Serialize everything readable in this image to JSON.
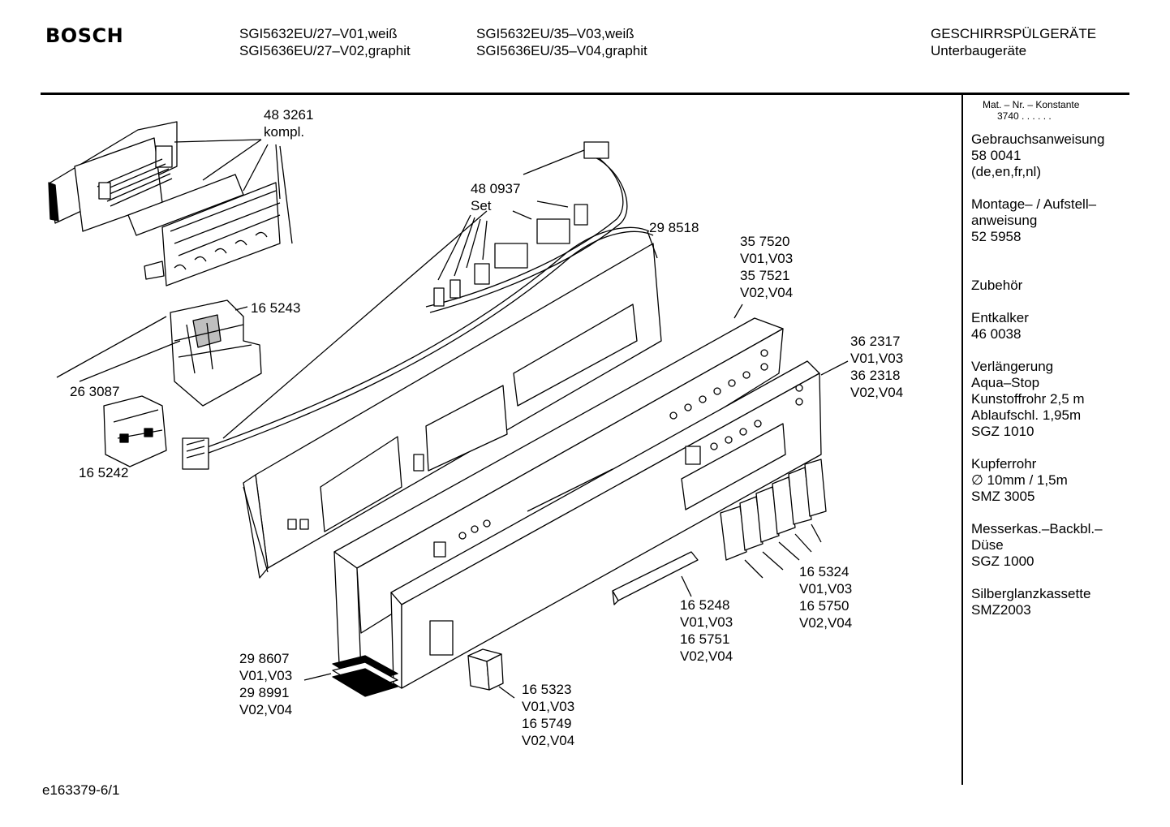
{
  "header": {
    "brand": "BOSCH",
    "models_col1": [
      "SGI5632EU/27–V01,weiß",
      "SGI5636EU/27–V02,graphit"
    ],
    "models_col2": [
      "SGI5632EU/35–V03,weiß",
      "SGI5636EU/35–V04,graphit"
    ],
    "category": "GESCHIRRSPÜLGERÄTE",
    "subcategory": "Unterbaugeräte"
  },
  "sidebar": {
    "mat_title": "Mat. – Nr. – Konstante",
    "mat_value": "3740  .  .  .  .  .  .",
    "blocks": [
      "Gebrauchsanweisung\n58 0041\n(de,en,fr,nl)",
      "Montage– / Aufstell–\nanweisung\n52 5958",
      "Zubehör",
      "Entkalker\n46 0038",
      "Verlängerung\nAqua–Stop\nKunstoffrohr 2,5 m\nAblaufschl. 1,95m\nSGZ 1010",
      "Kupferrohr\n∅ 10mm / 1,5m\nSMZ 3005",
      "Messerkas.–Backbl.–\nDüse\nSGZ 1000",
      "Silberglanzkassette\nSMZ2003"
    ]
  },
  "parts": {
    "p483261": [
      "48 3261",
      "kompl."
    ],
    "p480937": [
      "48 0937",
      "Set"
    ],
    "p298518": [
      "29 8518"
    ],
    "p357520": [
      "35 7520",
      "V01,V03",
      "35 7521",
      "V02,V04"
    ],
    "p165243": [
      "16 5243"
    ],
    "p263087": [
      "26 3087"
    ],
    "p362317": [
      "36 2317",
      "V01,V03",
      "36 2318",
      "V02,V04"
    ],
    "p165242": [
      "16 5242"
    ],
    "p165324": [
      "16 5324",
      "V01,V03",
      "16 5750",
      "V02,V04"
    ],
    "p165248": [
      "16 5248",
      "V01,V03",
      "16 5751",
      "V02,V04"
    ],
    "p298607": [
      "29 8607",
      "V01,V03",
      "29 8991",
      "V02,V04"
    ],
    "p165323": [
      "16 5323",
      "V01,V03",
      "16 5749",
      "V02,V04"
    ]
  },
  "footer": {
    "drawing_id": "e163379-6/1"
  }
}
